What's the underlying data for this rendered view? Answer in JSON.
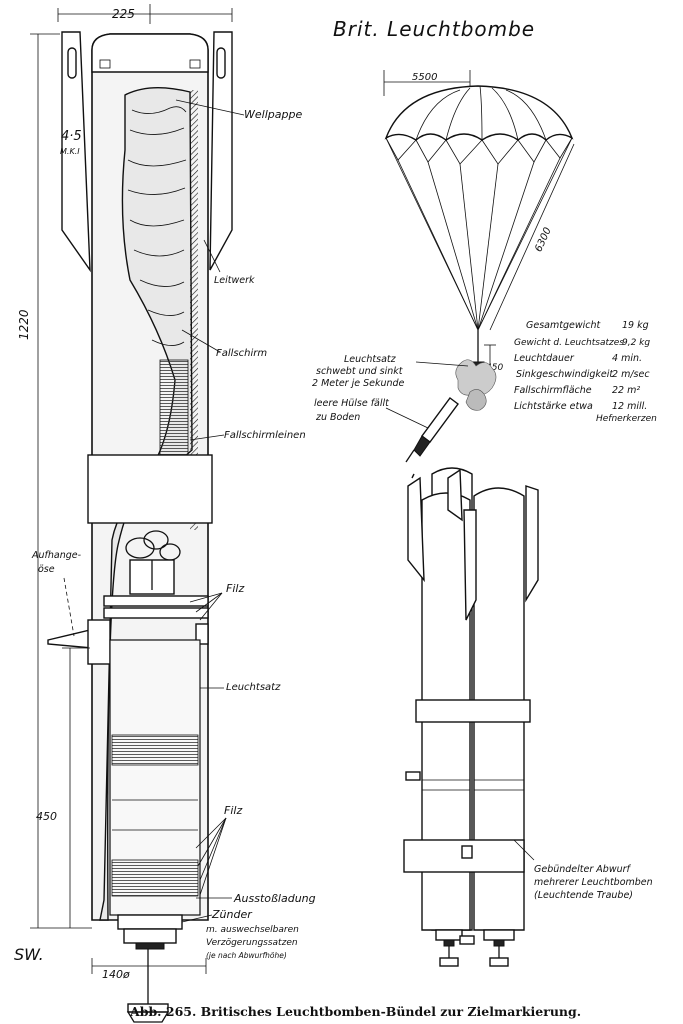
{
  "title": "Brit. Leuchtbombe",
  "caption": "Abb. 265.  Britisches Leuchtbomben-Bündel zur Zielmarkierung.",
  "dimensions": {
    "top_width": "225",
    "total_height": "1220",
    "lower_height": "450",
    "bottom_width": "140ø",
    "chute_width": "5500",
    "line_length": "6300",
    "hang_offset": "450"
  },
  "marking": {
    "line1": "4·5",
    "line2": "M.K.I"
  },
  "labels": {
    "wellpappe": "Wellpappe",
    "leitwerk": "Leitwerk",
    "fallschirm": "Fallschirm",
    "fallschirmleinen": "Fallschirmleinen",
    "aufhangeose_1": "Aufhange-",
    "aufhangeose_2": "öse",
    "filz_top": "Filz",
    "leuchtsatz": "Leuchtsatz",
    "filz_lower": "Filz",
    "ausstossladung": "Ausstoßladung",
    "zunder_1": "Zünder",
    "zunder_2": "m. auswechselbaren",
    "zunder_3": "Verzögerungssatzen",
    "zunder_4": "(je nach Abwurfhöhe)"
  },
  "descent": {
    "leuchtsatz_1": "Leuchtsatz",
    "leuchtsatz_2": "schwebt und sinkt",
    "leuchtsatz_3": "2 Meter je Sekunde",
    "huelse_1": "leere Hülse fällt",
    "huelse_2": "zu Boden"
  },
  "specs": [
    {
      "label": "Gesamtgewicht",
      "value": "19 kg"
    },
    {
      "label": "Gewicht d. Leuchtsatzes",
      "value": "9,2 kg"
    },
    {
      "label": "Leuchtdauer",
      "value": "4 min."
    },
    {
      "label": "Sinkgeschwindigkeit",
      "value": "2 m/sec"
    },
    {
      "label": "Fallschirmfläche",
      "value": "22 m²"
    },
    {
      "label": "Lichtstärke etwa",
      "value": "12 mill."
    },
    {
      "label": "",
      "value": "Hefnerkerzen"
    }
  ],
  "bundle": {
    "line1": "Gebündelter Abwurf",
    "line2": "mehrerer Leuchtbomben",
    "line3": "(Leuchtende Traube)"
  },
  "signature": "SW."
}
